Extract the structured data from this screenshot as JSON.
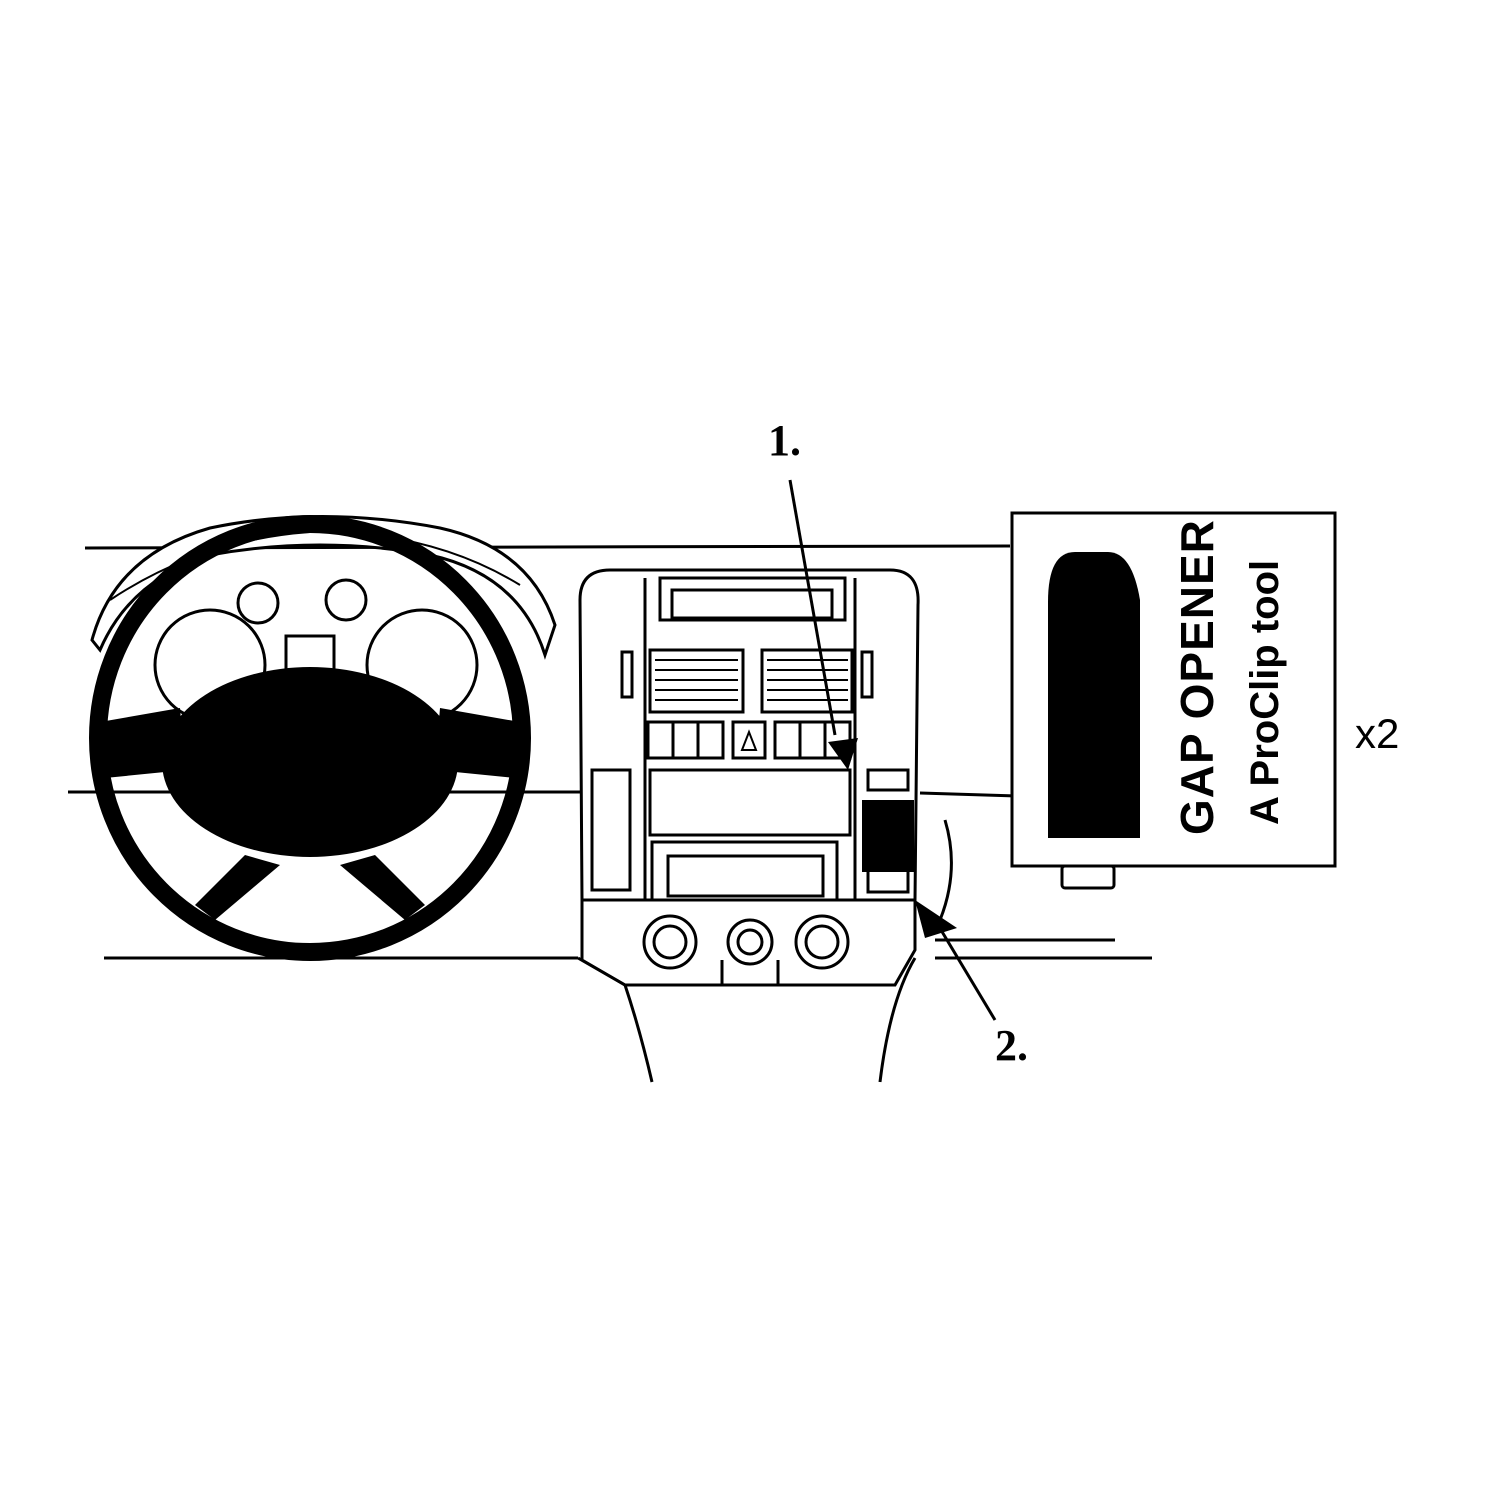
{
  "diagram": {
    "callouts": {
      "step1": "1.",
      "step2": "2."
    },
    "tool_box": {
      "title": "GAP OPENER",
      "subtitle": "A ProClip tool",
      "multiplier": "x2"
    }
  },
  "colors": {
    "line": "#000000",
    "background": "#ffffff"
  }
}
